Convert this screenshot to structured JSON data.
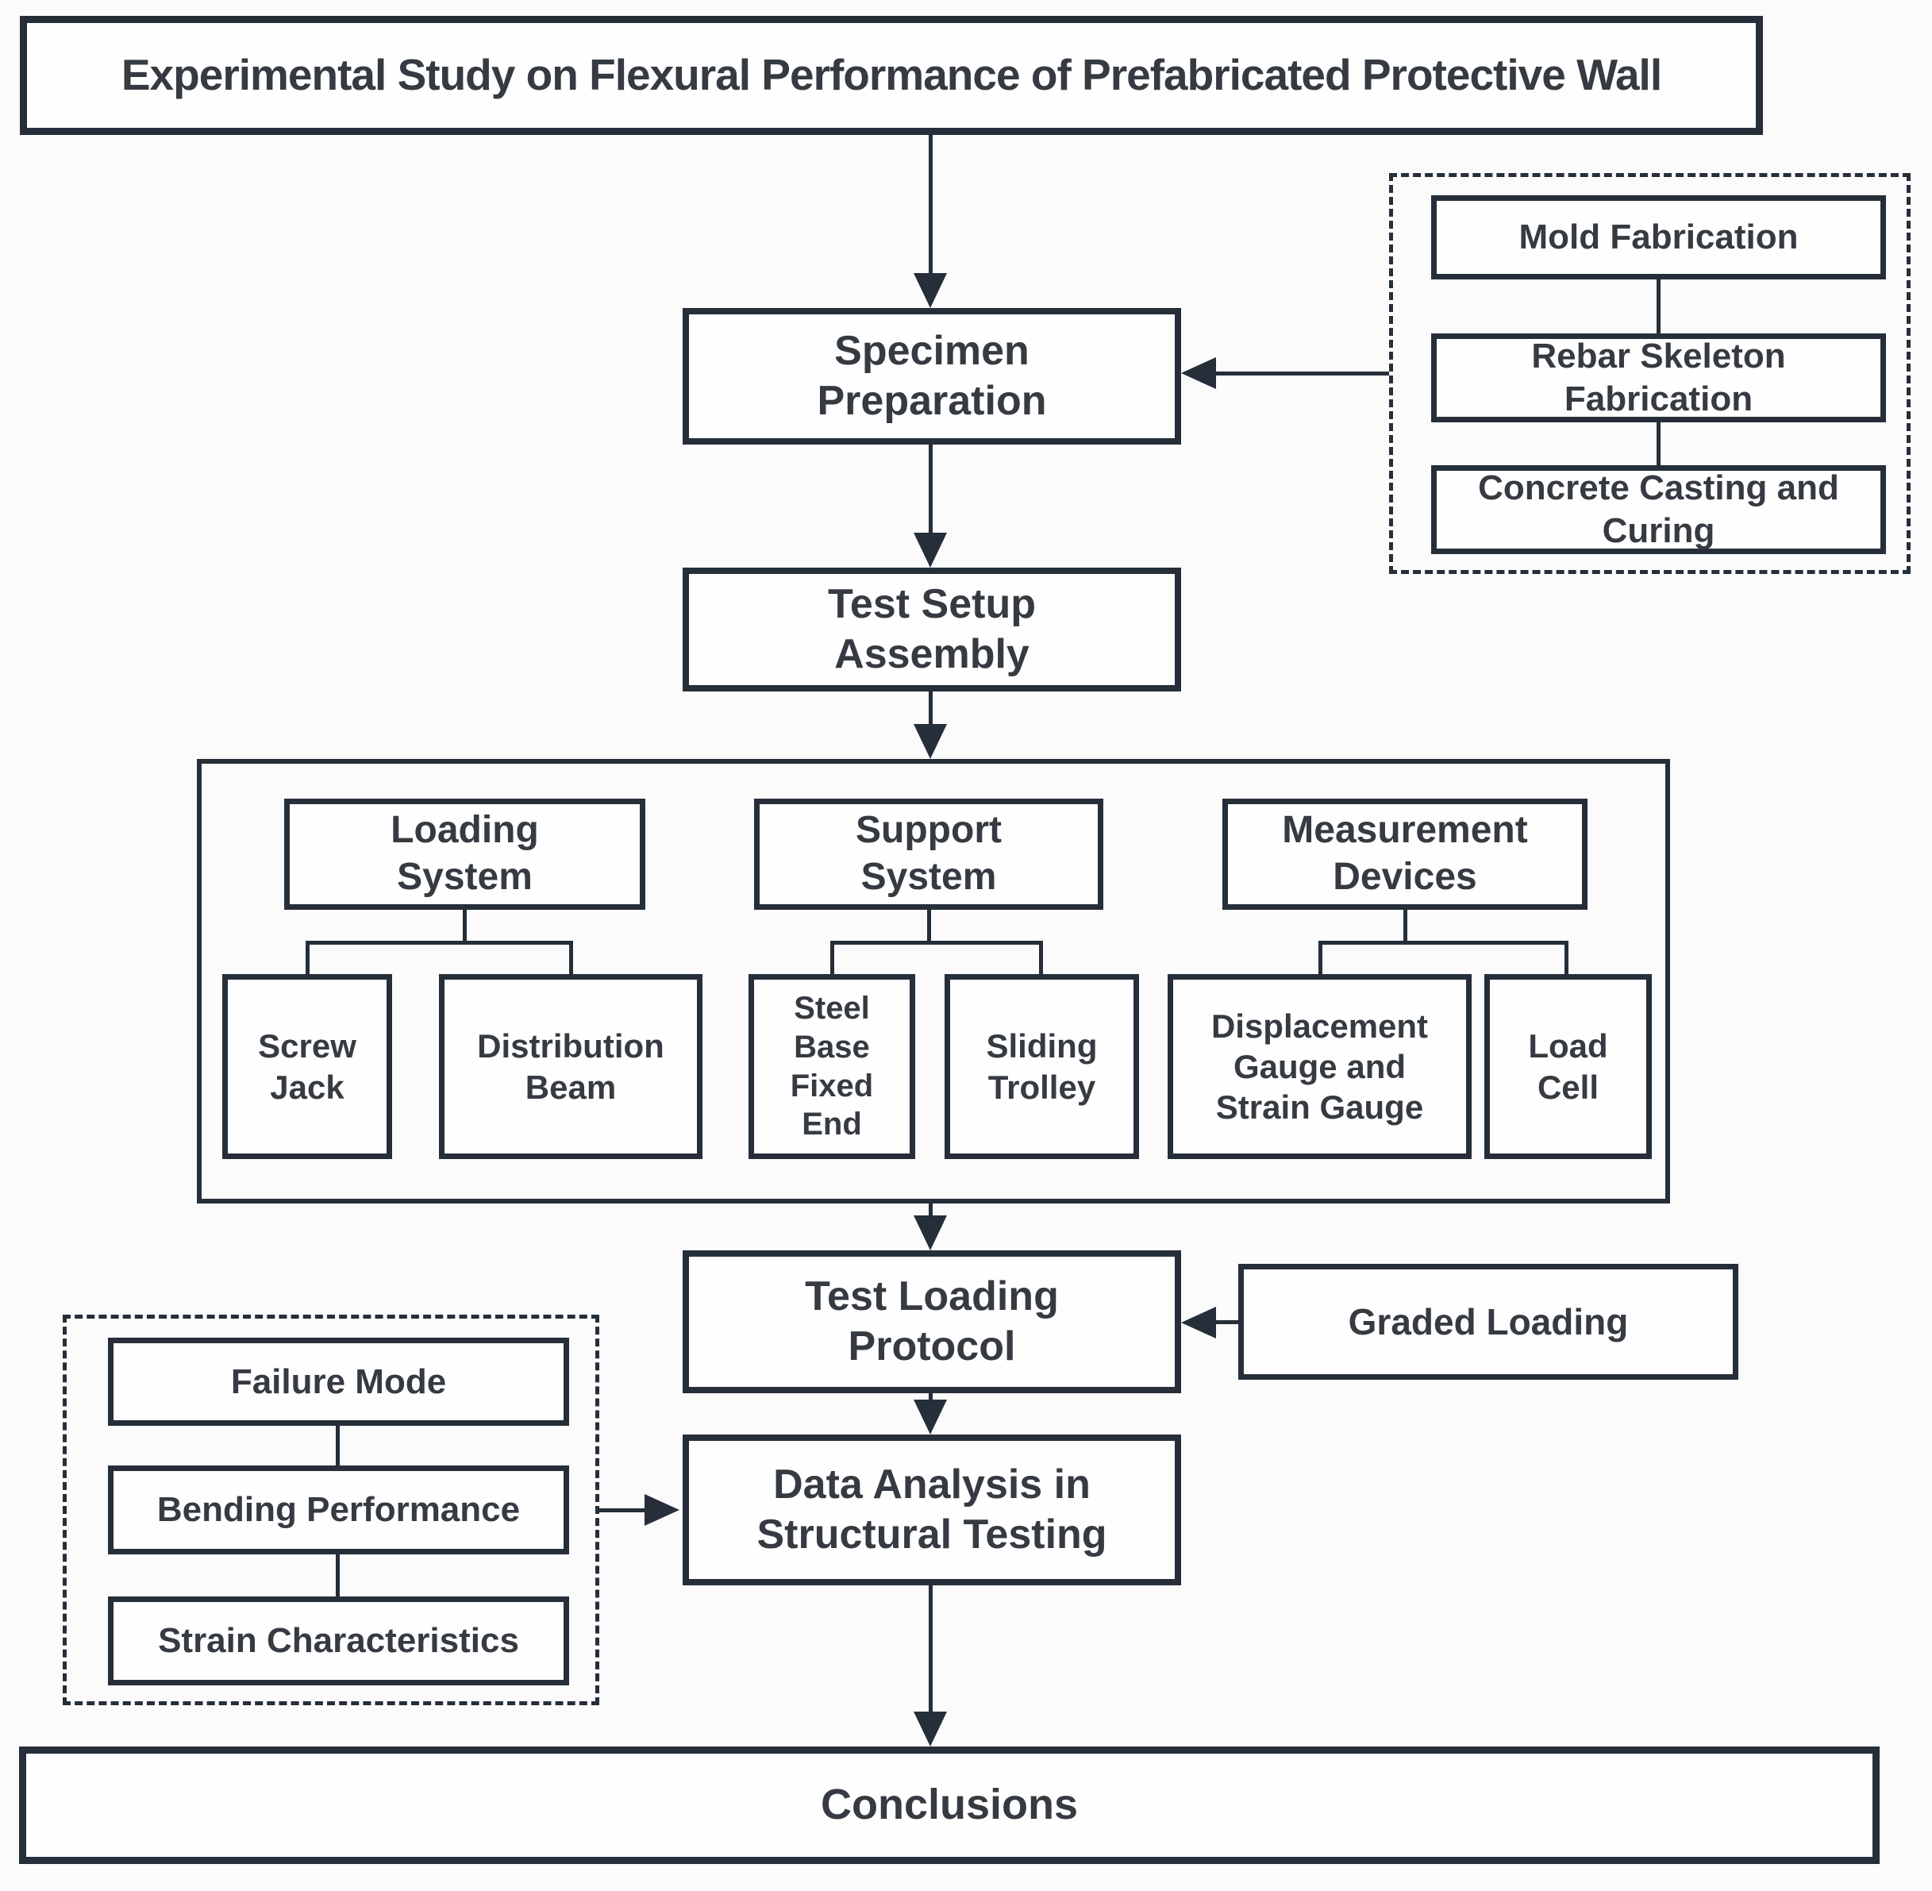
{
  "colors": {
    "stroke": "#252e39",
    "text": "#363b42",
    "background": "#fbfbfb"
  },
  "title": {
    "label": "Experimental Study on Flexural Performance of Prefabricated Protective Wall"
  },
  "main_flow": {
    "specimen_preparation": "Specimen\nPreparation",
    "test_setup_assembly": "Test Setup\nAssembly",
    "test_loading_protocol": "Test Loading\nProtocol",
    "data_analysis": "Data Analysis in\nStructural Testing",
    "conclusions": "Conclusions"
  },
  "fabrication_group": {
    "mold_fabrication": "Mold Fabrication",
    "rebar_skeleton_fabrication": "Rebar Skeleton\nFabrication",
    "concrete_casting_curing": "Concrete Casting and\nCuring"
  },
  "setup_systems": {
    "loading_system": {
      "label": "Loading\nSystem",
      "children": {
        "screw_jack": "Screw\nJack",
        "distribution_beam": "Distribution\nBeam"
      }
    },
    "support_system": {
      "label": "Support\nSystem",
      "children": {
        "steel_base_fixed_end": "Steel\nBase\nFixed\nEnd",
        "sliding_trolley": "Sliding\nTrolley"
      }
    },
    "measurement_devices": {
      "label": "Measurement\nDevices",
      "children": {
        "displacement_strain_gauge": "Displacement\nGauge and\nStrain Gauge",
        "load_cell": "Load\nCell"
      }
    }
  },
  "loading_protocol_note": {
    "graded_loading": "Graded Loading"
  },
  "analysis_group": {
    "failure_mode": "Failure Mode",
    "bending_performance": "Bending Performance",
    "strain_characteristics": "Strain Characteristics"
  }
}
